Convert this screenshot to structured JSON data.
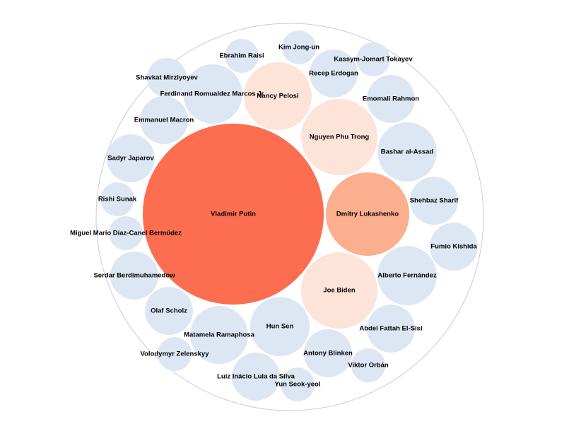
{
  "chart_data": {
    "type": "bubble",
    "title": "",
    "colors": {
      "outer_ring": "#cccccc",
      "level_highest": "#fd6d4f",
      "level_high": "#fcaf8e",
      "level_medium": "#fde3d8",
      "level_low": "#dde7f4"
    },
    "nodes": [
      {
        "name": "Vladimir Putin",
        "level": "highest"
      },
      {
        "name": "Dmitry Lukashenko",
        "level": "high"
      },
      {
        "name": "Nguyen Phu Trong",
        "level": "medium"
      },
      {
        "name": "Joe Biden",
        "level": "medium"
      },
      {
        "name": "Nancy Pelosi",
        "level": "medium"
      },
      {
        "name": "Ferdinand Romualdez Marcos Jr.",
        "level": "low"
      },
      {
        "name": "Bashar al-Assad",
        "level": "low"
      },
      {
        "name": "Alberto Fernández",
        "level": "low"
      },
      {
        "name": "Hun Sen",
        "level": "low"
      },
      {
        "name": "Matamela Ramaphosa",
        "level": "low"
      },
      {
        "name": "Emomali Rahmon",
        "level": "low"
      },
      {
        "name": "Sadyr Japarov",
        "level": "low"
      },
      {
        "name": "Serdar Berdimuhamedow",
        "level": "low"
      },
      {
        "name": "Fumio Kishida",
        "level": "low"
      },
      {
        "name": "Abdel Fattah El-Sisi",
        "level": "low"
      },
      {
        "name": "Shehbaz Sharif",
        "level": "low"
      },
      {
        "name": "Recep Erdogan",
        "level": "low"
      },
      {
        "name": "Antony Blinken",
        "level": "low"
      },
      {
        "name": "Olaf Scholz",
        "level": "low"
      },
      {
        "name": "Emmanuel Macron",
        "level": "low"
      },
      {
        "name": "Luiz Inácio Lula da Silva",
        "level": "low"
      },
      {
        "name": "Shavkat Mirziyoyev",
        "level": "low"
      },
      {
        "name": "Ebrahim Raisi",
        "level": "low"
      },
      {
        "name": "Kassym-Jomart Tokayev",
        "level": "low"
      },
      {
        "name": "Miguel Mario Díaz-Canel Bermúdez",
        "level": "low"
      },
      {
        "name": "Kim Jong-un",
        "level": "low"
      },
      {
        "name": "Rishi Sunak",
        "level": "low"
      },
      {
        "name": "Volodymyr Zelenskyy",
        "level": "low"
      },
      {
        "name": "Viktor Orbán",
        "level": "low"
      },
      {
        "name": "Yun Seok-yeol",
        "level": "low"
      }
    ]
  }
}
